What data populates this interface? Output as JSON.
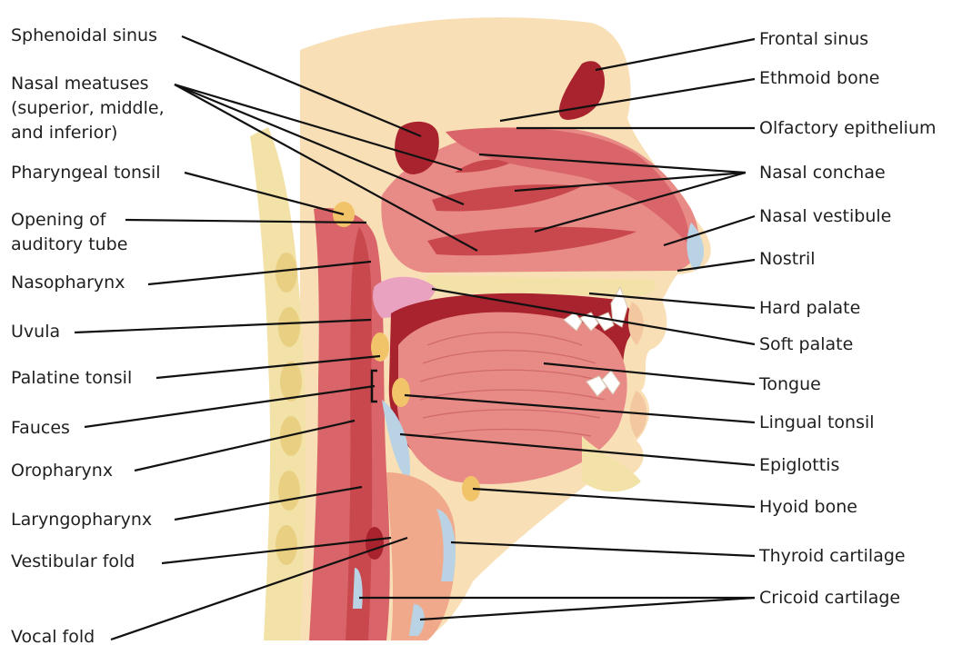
{
  "diagram": {
    "labels_left": [
      "Sphenoidal sinus",
      "Nasal meatuses\n(superior, middle,\nand inferior)",
      "Pharyngeal tonsil",
      "Opening of\nauditory tube",
      "Nasopharynx",
      "Uvula",
      "Palatine tonsil",
      "Fauces",
      "Oropharynx",
      "Laryngopharynx",
      "Vestibular fold",
      "Vocal fold"
    ],
    "labels_right": [
      "Frontal sinus",
      "Ethmoid bone",
      "Olfactory epithelium",
      "Nasal conchae",
      "Nasal vestibule",
      "Nostril",
      "Hard palate",
      "Soft palate",
      "Tongue",
      "Lingual tonsil",
      "Epiglottis",
      "Hyoid bone",
      "Thyroid cartilage",
      "Cricoid cartilage"
    ],
    "colors": {
      "skin": "#f8dfb6",
      "tissue": "#e88a86",
      "muscle": "#c9484d",
      "dark_red": "#a8232d",
      "bone": "#f3e2a8",
      "tonsil": "#f2c46a",
      "cartilage": "#b9d3e4",
      "leader": "#111111"
    }
  }
}
